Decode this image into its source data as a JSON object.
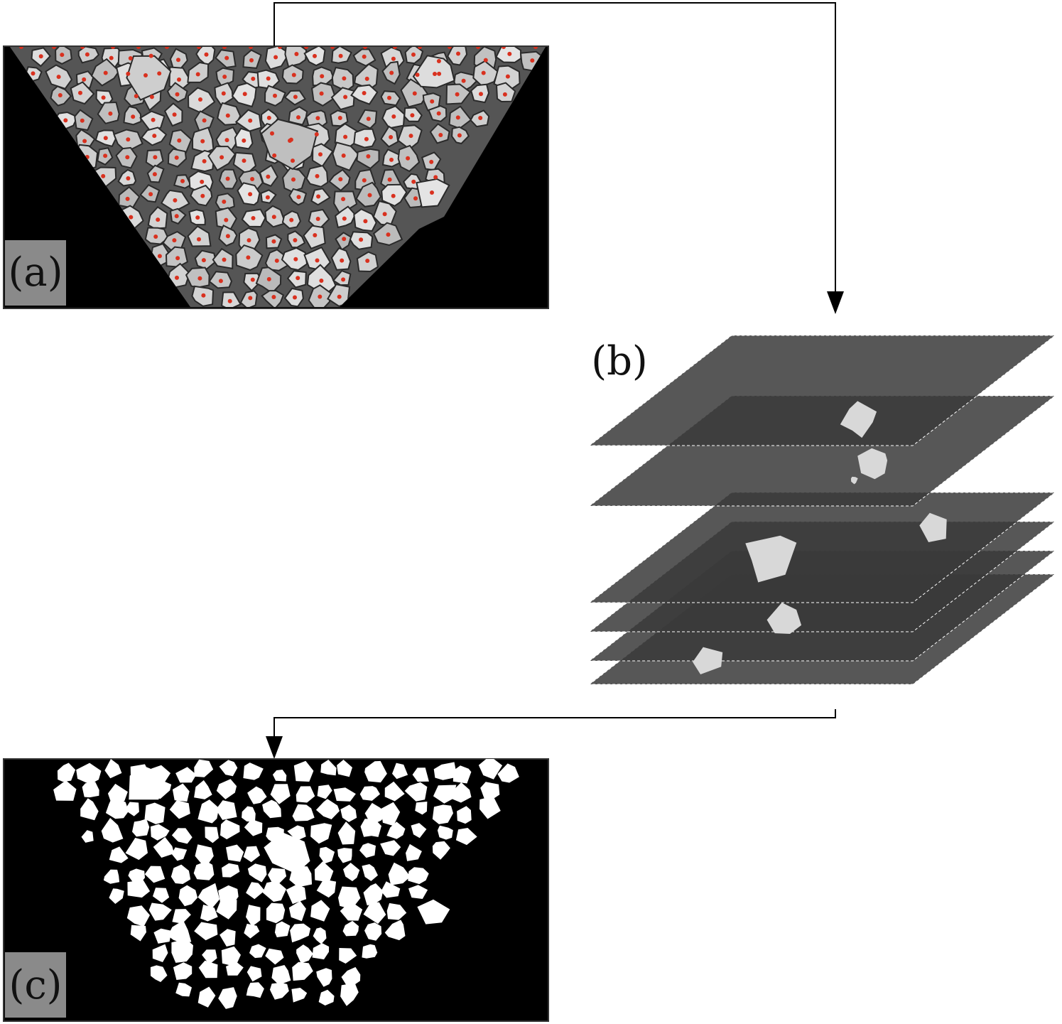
{
  "panels": {
    "a": {
      "label": "(a)"
    },
    "b": {
      "label": "(b)"
    },
    "c": {
      "label": "(c)"
    }
  },
  "colors": {
    "background": "#ffffff",
    "panel_bg": "#000000",
    "grain_gray": "#c9c9c9",
    "grain_white": "#ffffff",
    "seed_dot": "#d9311f",
    "slice_fill": "#3a3a3a",
    "label_box": "#8a8a8a",
    "arrow": "#000000"
  }
}
